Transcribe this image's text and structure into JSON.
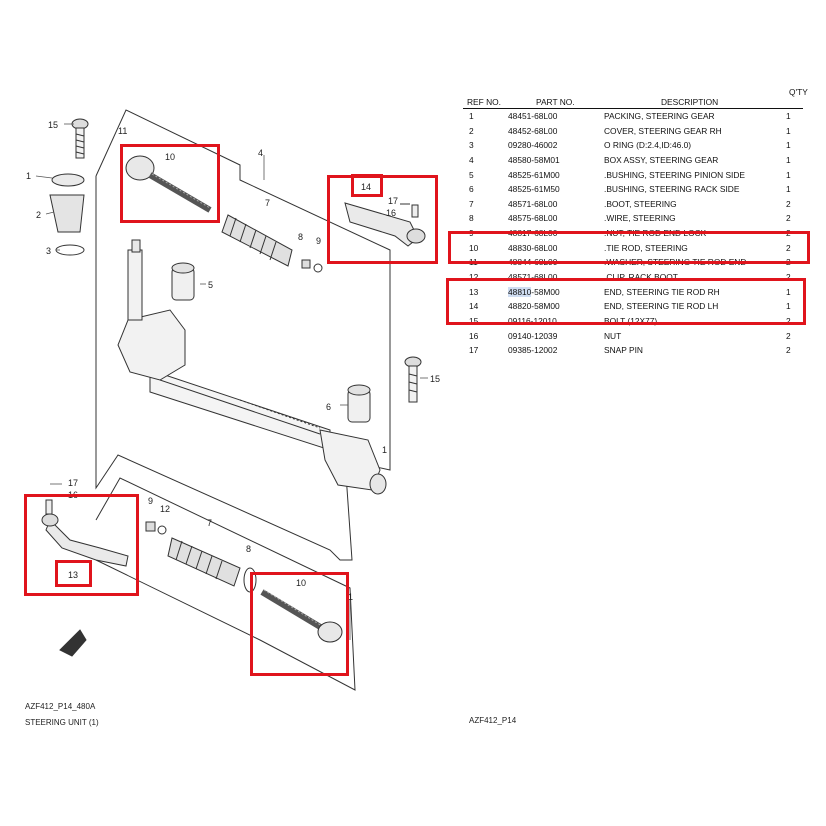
{
  "table": {
    "headers": {
      "ref": "REF NO.",
      "part": "PART NO.",
      "desc": "DESCRIPTION",
      "qty": "Q'TY"
    },
    "rows": [
      {
        "ref": "1",
        "part": "48451-68L00",
        "desc": "PACKING, STEERING GEAR",
        "qty": "1"
      },
      {
        "ref": "2",
        "part": "48452-68L00",
        "desc": "COVER, STEERING GEAR RH",
        "qty": "1"
      },
      {
        "ref": "3",
        "part": "09280-46002",
        "desc": "O RING (D:2.4,ID:46.0)",
        "qty": "1"
      },
      {
        "ref": "4",
        "part": "48580-58M01",
        "desc": "BOX ASSY, STEERING GEAR",
        "qty": "1"
      },
      {
        "ref": "5",
        "part": "48525-61M00",
        "desc": ".BUSHING, STEERING PINION SIDE",
        "qty": "1"
      },
      {
        "ref": "6",
        "part": "48525-61M50",
        "desc": ".BUSHING, STEERING RACK SIDE",
        "qty": "1"
      },
      {
        "ref": "7",
        "part": "48571-68L00",
        "desc": ".BOOT, STEERING",
        "qty": "2"
      },
      {
        "ref": "8",
        "part": "48575-68L00",
        "desc": ".WIRE, STEERING",
        "qty": "2"
      },
      {
        "ref": "9",
        "part": "48817-68L00",
        "desc": ".NUT, TIE ROD END LOCK",
        "qty": "2"
      },
      {
        "ref": "10",
        "part": "48830-68L00",
        "desc": ".TIE ROD, STEERING",
        "qty": "2"
      },
      {
        "ref": "11",
        "part": "48844-68L00",
        "desc": ".WASHER, STEERING TIE ROD END",
        "qty": "2"
      },
      {
        "ref": "12",
        "part": "48571-68L00",
        "desc": ".CLIP, RACK BOOT",
        "qty": "2"
      },
      {
        "ref": "13",
        "part": "48810-58M00",
        "desc": "END, STEERING TIE ROD RH",
        "qty": "1"
      },
      {
        "ref": "14",
        "part": "48820-58M00",
        "desc": "END, STEERING TIE ROD LH",
        "qty": "1"
      },
      {
        "ref": "15",
        "part": "09116-12010",
        "desc": "BOLT (12X77)",
        "qty": "2"
      },
      {
        "ref": "16",
        "part": "09140-12039",
        "desc": "NUT",
        "qty": "2"
      },
      {
        "ref": "17",
        "part": "09385-12002",
        "desc": "SNAP PIN",
        "qty": "2"
      }
    ]
  },
  "highlight_part_prefix": "48810",
  "footer": {
    "left_code": "AZF412_P14_480A",
    "left_title": "STEERING UNIT (1)",
    "right_code": "AZF412_P14"
  },
  "callouts": {
    "n1": "1",
    "n2": "2",
    "n3": "3",
    "n4": "4",
    "n5": "5",
    "n6": "6",
    "n7": "7",
    "n8": "8",
    "n9": "9",
    "n10": "10",
    "n11": "11",
    "n12": "12",
    "n13": "13",
    "n14": "14",
    "n15": "15",
    "n16": "16",
    "n17": "17"
  },
  "colors": {
    "highlight_box": "#e0141c",
    "line": "#333333"
  }
}
